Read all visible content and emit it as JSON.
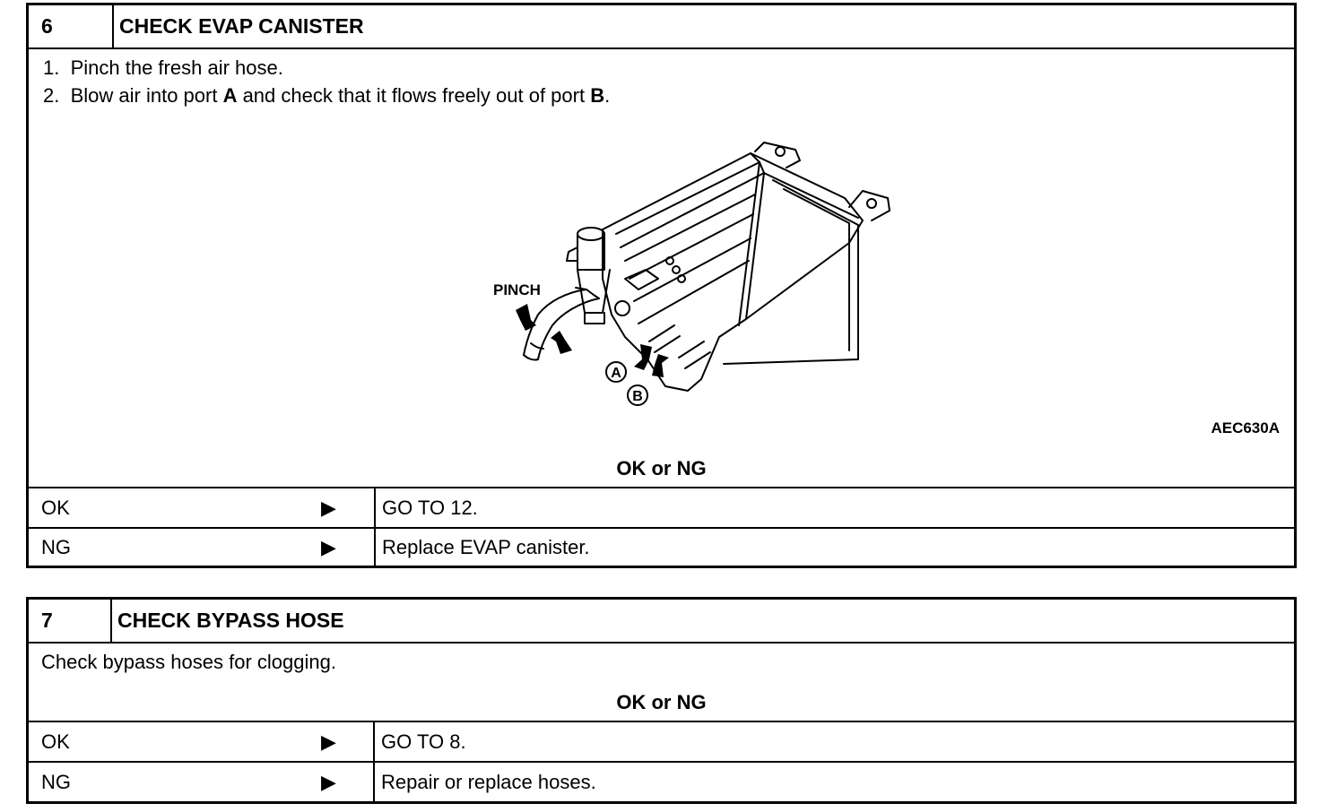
{
  "steps": [
    {
      "number": "6",
      "title": "CHECK EVAP CANISTER",
      "instructions": [
        {
          "num": "1.",
          "parts": [
            "Pinch the fresh air hose."
          ]
        },
        {
          "num": "2.",
          "parts": [
            "Blow air into port ",
            "A",
            " and check that it flows freely out of port ",
            "B",
            "."
          ]
        }
      ],
      "figure": {
        "id": "AEC630A",
        "labels": {
          "pinch": "PINCH",
          "port_a": "A",
          "port_b": "B"
        }
      },
      "ok_ng_title": "OK or NG",
      "results": [
        {
          "label": "OK",
          "arrow": "▶",
          "action": "GO TO 12."
        },
        {
          "label": "NG",
          "arrow": "▶",
          "action": "Replace EVAP canister."
        }
      ]
    },
    {
      "number": "7",
      "title": "CHECK BYPASS HOSE",
      "instruction": "Check bypass hoses for clogging.",
      "ok_ng_title": "OK or NG",
      "results": [
        {
          "label": "OK",
          "arrow": "▶",
          "action": "GO TO 8."
        },
        {
          "label": "NG",
          "arrow": "▶",
          "action": "Repair or replace hoses."
        }
      ]
    }
  ]
}
